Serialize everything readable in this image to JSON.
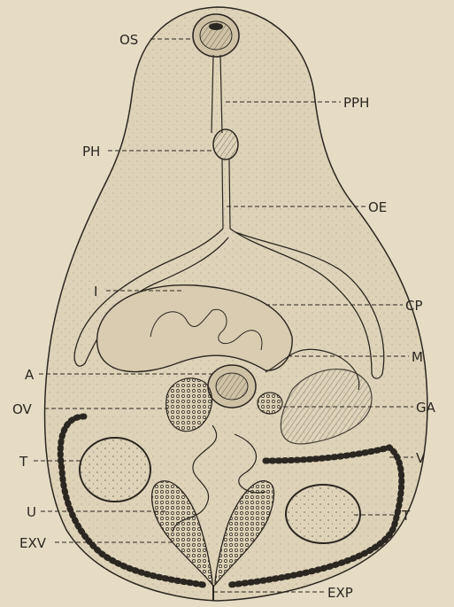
{
  "labels": {
    "os": "OS",
    "pph": "PPH",
    "ph": "PH",
    "oe": "OE",
    "i": "I",
    "cp": "CP",
    "m": "M",
    "a": "A",
    "ga": "GA",
    "ov": "OV",
    "v": "V",
    "t_left": "T",
    "t_right": "T",
    "u": "U",
    "exv": "EXV",
    "exp": "EXP"
  },
  "colors": {
    "paper": "#e6dcc6",
    "ink": "#2b2620"
  }
}
